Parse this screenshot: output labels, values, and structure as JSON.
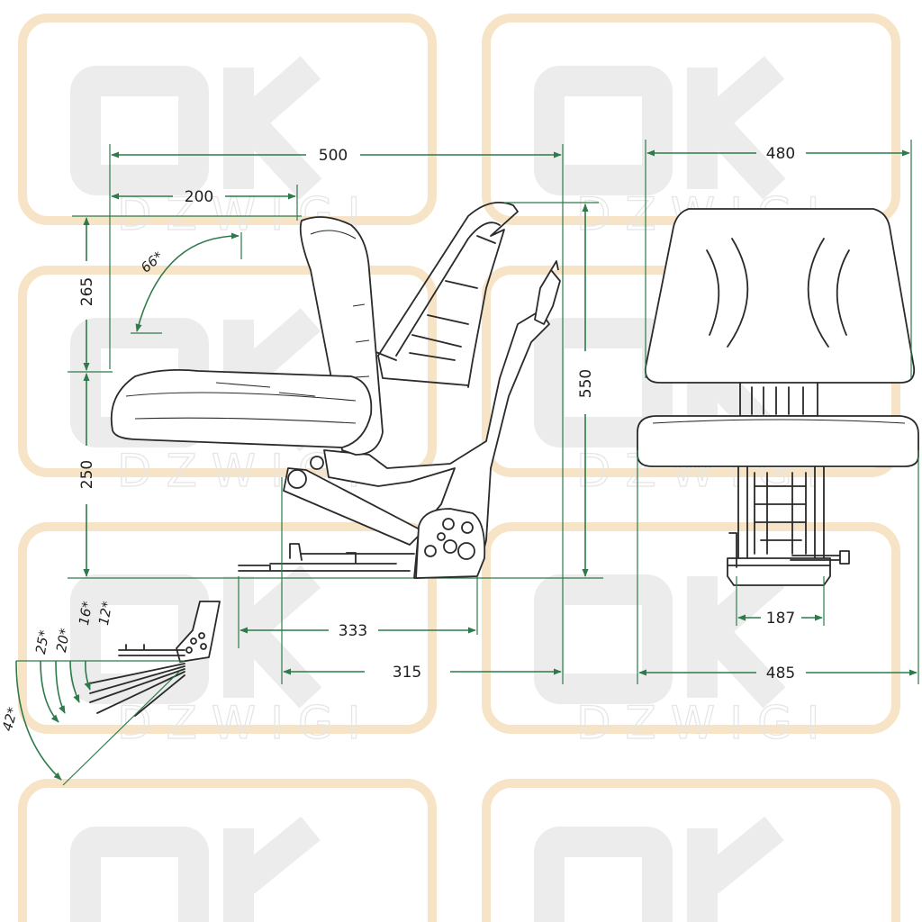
{
  "watermark": {
    "logo_text": "OK",
    "word": "DZWIGI"
  },
  "colors": {
    "dimension_line": "#2e7a4a",
    "outline": "#2a2a2a",
    "watermark_frame": "#f7e4c6",
    "watermark_letters": "#ececec"
  },
  "side_view": {
    "overall_length": "500",
    "backrest_depth": "200",
    "backrest_height": "265",
    "seat_height": "250",
    "backrest_tilt": "66*",
    "slide_length": "333",
    "base_to_front": "315",
    "overall_height": "550"
  },
  "front_view": {
    "backrest_width": "480",
    "base_width": "187",
    "overall_width": "485"
  },
  "tilt_detail": {
    "angles": [
      "12*",
      "16*",
      "20*",
      "25*"
    ],
    "max_angle": "42*"
  }
}
